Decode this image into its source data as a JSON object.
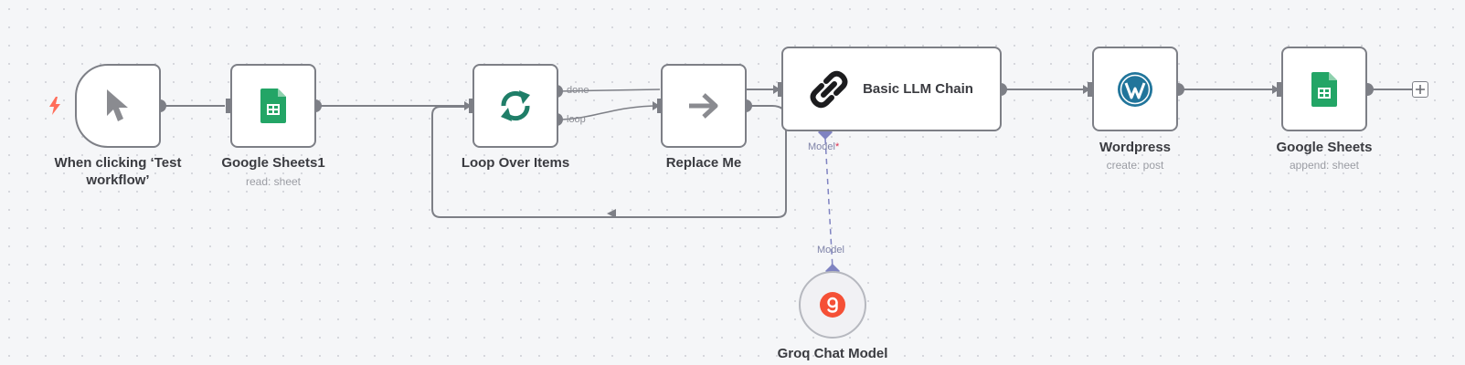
{
  "nodes": {
    "trigger": {
      "label": "When clicking ‘Test workflow’",
      "icon": "cursor-arrow-icon"
    },
    "sheets1": {
      "label": "Google Sheets1",
      "subtitle": "read: sheet",
      "icon": "google-sheets-icon"
    },
    "loop": {
      "label": "Loop Over Items",
      "icon": "loop-arrows-icon",
      "ports": {
        "done": "done",
        "loop": "loop"
      }
    },
    "replace": {
      "label": "Replace Me",
      "icon": "arrow-right-icon"
    },
    "llm": {
      "label": "Basic LLM Chain",
      "icon": "chain-link-icon",
      "model_port": "Model",
      "required_mark": "*"
    },
    "wordpress": {
      "label": "Wordpress",
      "subtitle": "create: post",
      "icon": "wordpress-icon"
    },
    "sheets2": {
      "label": "Google Sheets",
      "subtitle": "append: sheet",
      "icon": "google-sheets-icon"
    },
    "groq": {
      "label": "Groq Chat Model",
      "icon": "groq-icon",
      "port_label": "Model"
    }
  },
  "colors": {
    "border": "#7d7f86",
    "wire": "#7d7f86",
    "sheets_green": "#23a566",
    "loop_teal": "#1f7e68",
    "wordpress_blue": "#21759b",
    "groq_orange": "#f55036",
    "trigger_bolt": "#ff6d5a",
    "model_wire": "#7f83c1"
  }
}
